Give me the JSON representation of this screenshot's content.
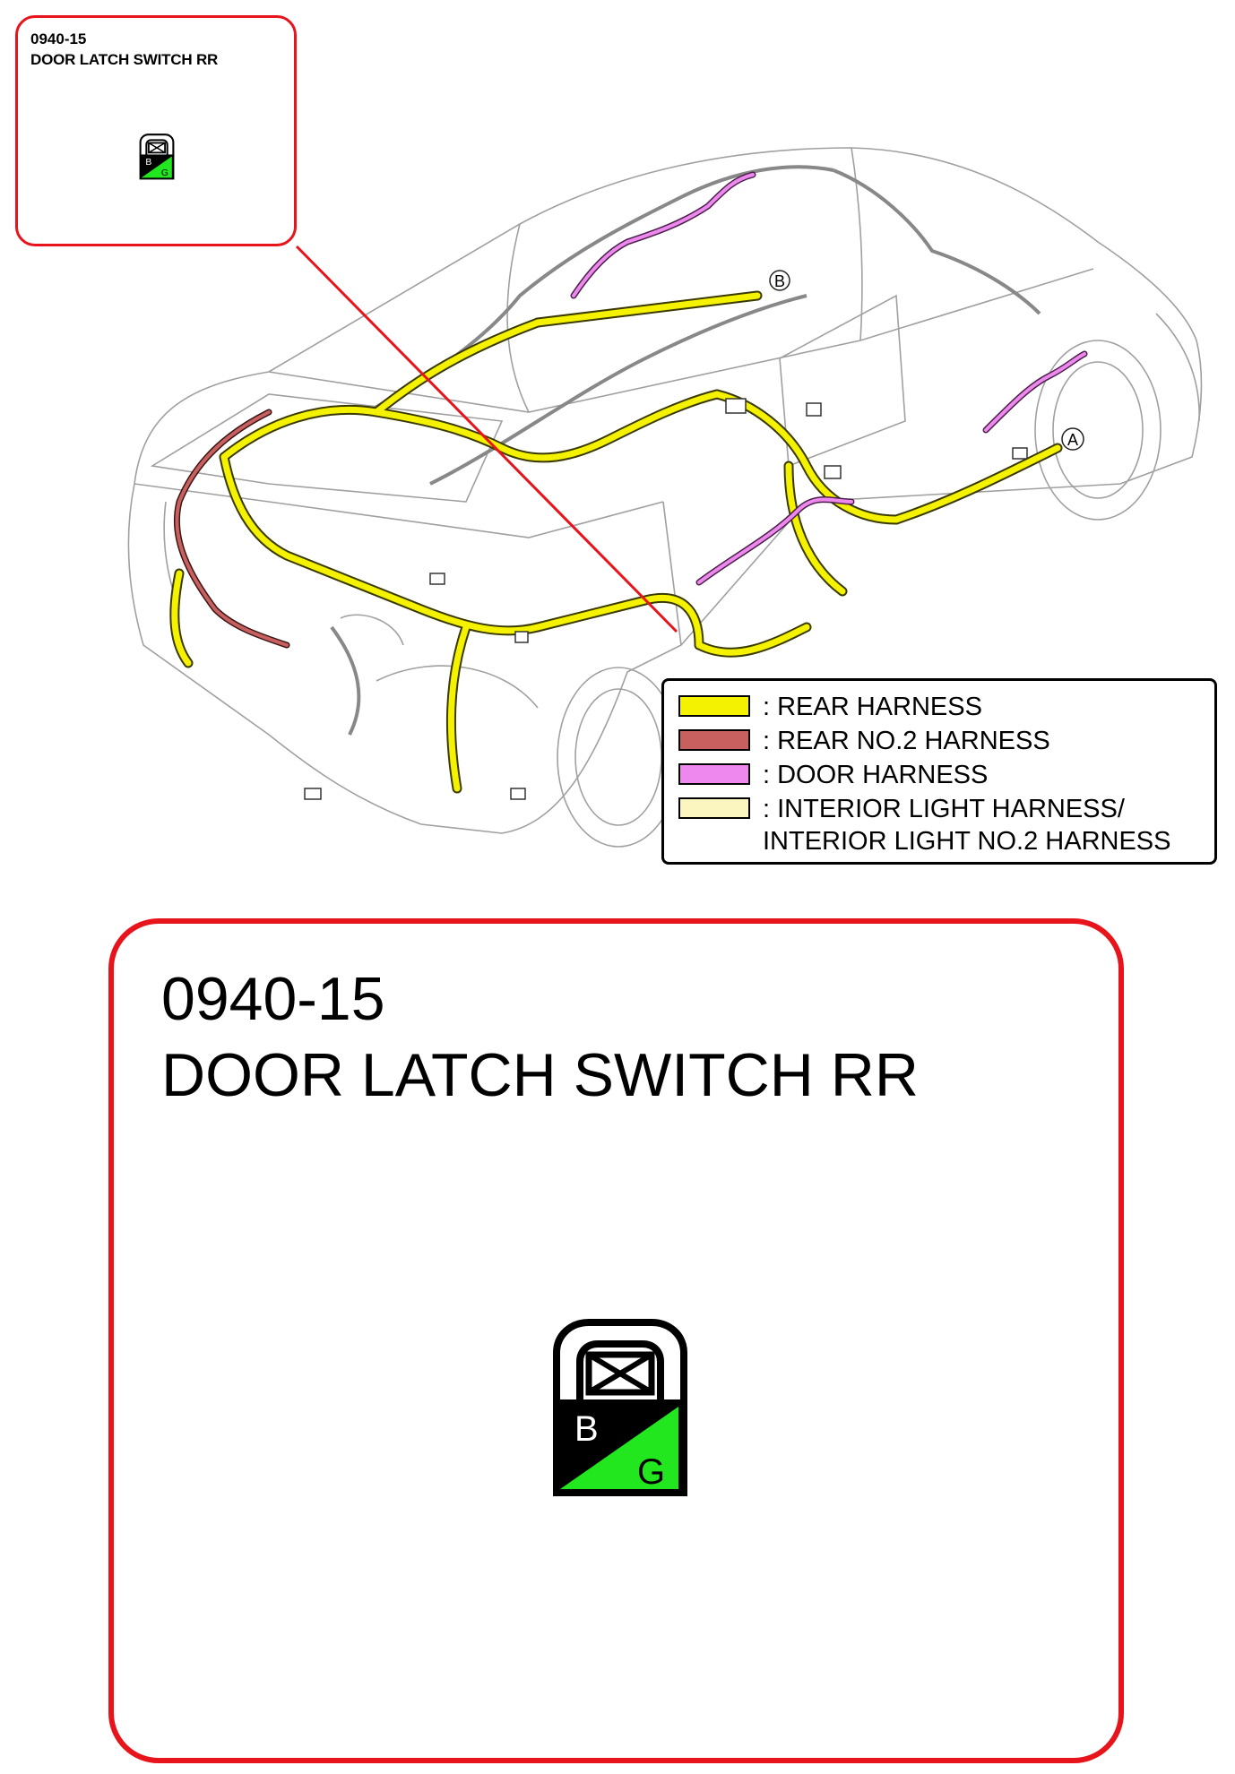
{
  "connector": {
    "code": "0940-15",
    "name": "DOOR LATCH SWITCH RR",
    "pins": [
      {
        "label": "B",
        "color": "#000000"
      },
      {
        "label": "G",
        "color": "#22e61e"
      }
    ]
  },
  "callouts": {
    "A": "A",
    "B": "B"
  },
  "legend": {
    "items": [
      {
        "label": ": REAR HARNESS",
        "color": "#f5f200"
      },
      {
        "label": ": REAR NO.2 HARNESS",
        "color": "#c86060"
      },
      {
        "label": ": DOOR HARNESS",
        "color": "#ee88ee"
      },
      {
        "label": ": INTERIOR LIGHT HARNESS/",
        "color": "#fbf5c0"
      }
    ],
    "continuation": "INTERIOR LIGHT NO.2 HARNESS"
  },
  "colors": {
    "callout_border": "#e8141c",
    "outline": "#9a9a9a"
  }
}
